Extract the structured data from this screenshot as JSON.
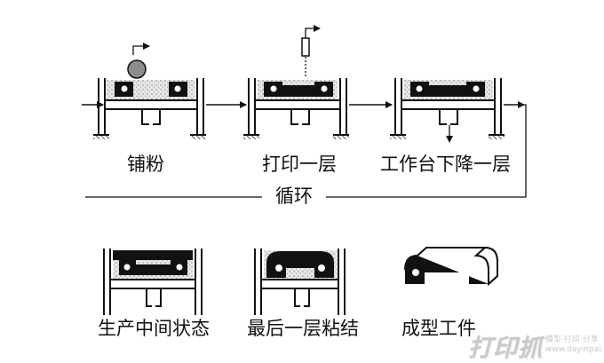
{
  "labels": {
    "step1": "铺粉",
    "step2": "打印一层",
    "step3": "工作台下降一层",
    "cycle": "循环",
    "step4": "生产中间状态",
    "step5": "最后一层粘结",
    "step6": "成型工件"
  },
  "watermark": {
    "main": "打印抓",
    "sub": "模型·打印·分享",
    "url": "www.dayinpai.com"
  },
  "colors": {
    "ink": "#111111",
    "powder_fill": "#e7e7e7",
    "ball": "#8c8c8c",
    "watermark": "#c9c9c9"
  }
}
